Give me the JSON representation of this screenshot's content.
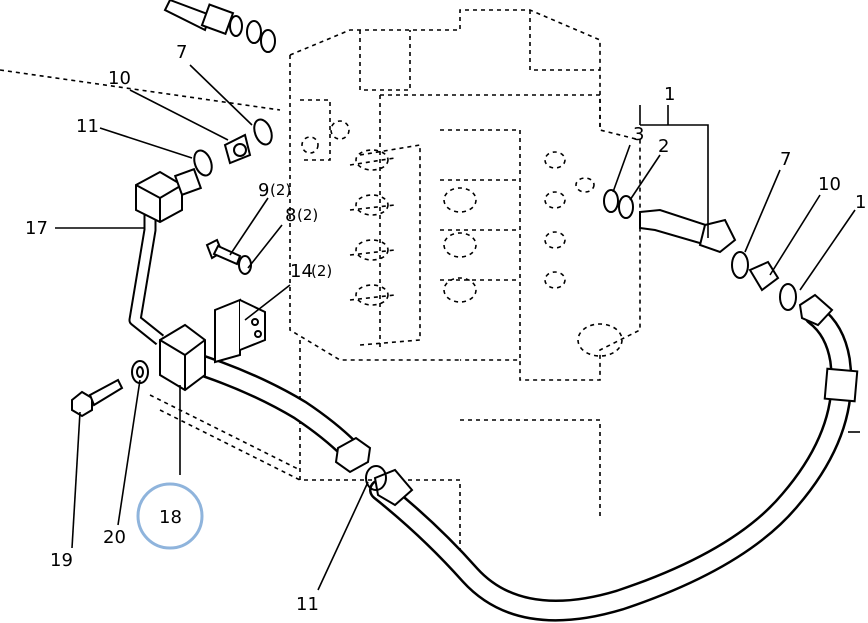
{
  "callouts": {
    "c1_top": "1",
    "c3": "3",
    "c2": "2",
    "c7_left": "7",
    "c7_right": "7",
    "c10_left": "10",
    "c10_right": "10",
    "c11_left": "11",
    "c11_bottom": "11",
    "c1_right": "1",
    "c9": "9",
    "c9_qty": "(2)",
    "c8": "8",
    "c8_qty": "(2)",
    "c14": "14",
    "c14_qty": "(2)",
    "c17": "17",
    "c18": "18",
    "c19": "19",
    "c20": "20"
  },
  "highlight": {
    "color": "#8fb4dc",
    "target": "18"
  }
}
